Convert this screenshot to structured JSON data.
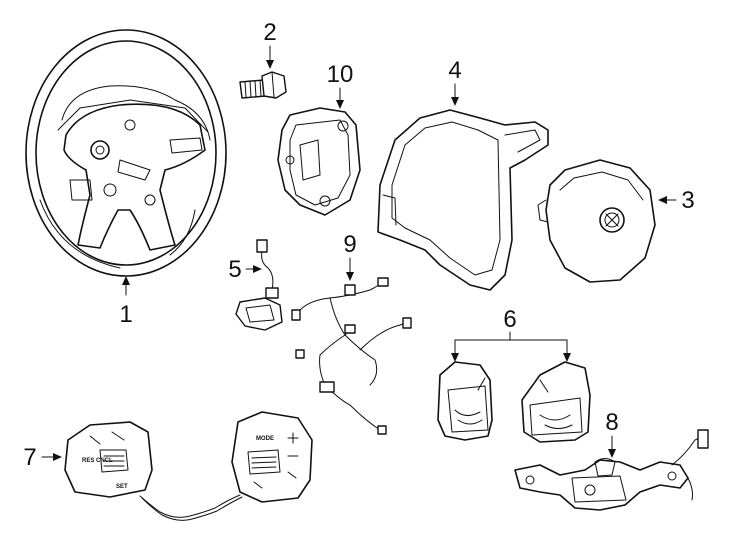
{
  "callouts": {
    "c1": "1",
    "c2": "2",
    "c3": "3",
    "c4": "4",
    "c5": "5",
    "c6": "6",
    "c7": "7",
    "c8": "8",
    "c9": "9",
    "c10": "10"
  },
  "switch_labels": {
    "mode": "MODE",
    "set": "SET",
    "res_cncl": "RES CNCL"
  }
}
